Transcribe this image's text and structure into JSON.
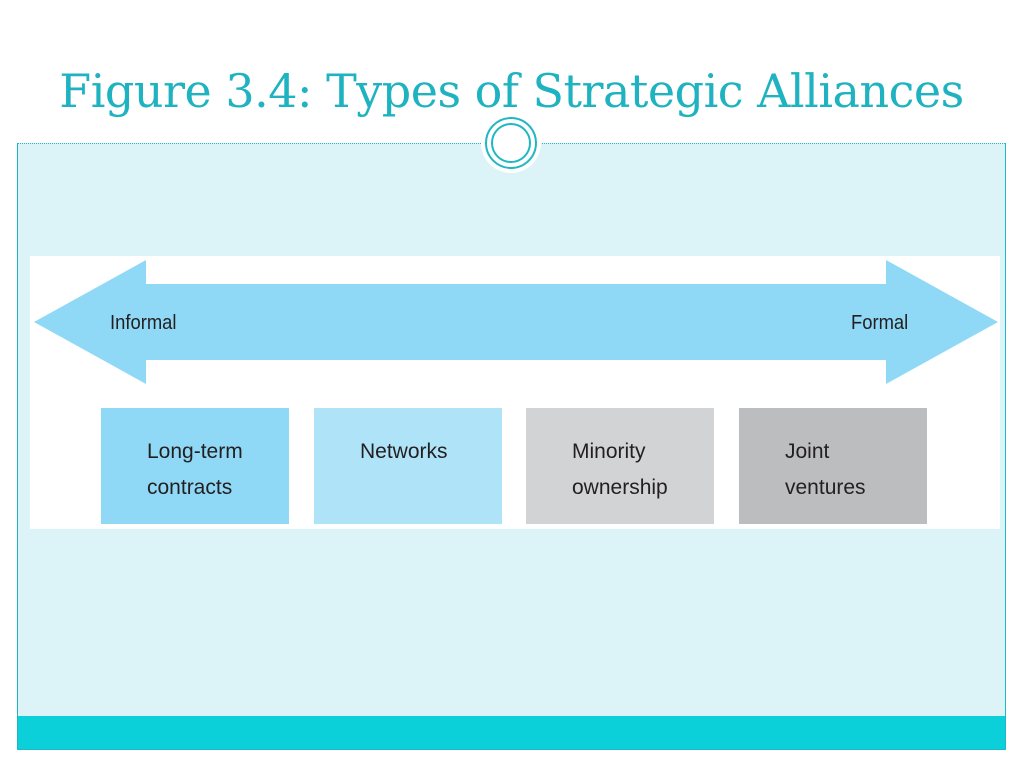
{
  "slide": {
    "title": "Figure 3.4: Types of Strategic Alliances"
  },
  "figure": {
    "arrow": {
      "left_label": "Informal",
      "right_label": "Formal",
      "color": "#8fd9f6"
    },
    "boxes": [
      {
        "label": "Long-term\ncontracts",
        "color": "#8fd9f6"
      },
      {
        "label": "Networks",
        "color": "#afe3f8"
      },
      {
        "label": "Minority\nownership",
        "color": "#d2d3d5"
      },
      {
        "label": "Joint\nventures",
        "color": "#bcbdbf"
      }
    ]
  },
  "theme": {
    "accent": "#1fb7c4",
    "title_color": "#1fb2c0",
    "content_background": "#dcf4f8",
    "footer_color": "#0bd0d9"
  }
}
